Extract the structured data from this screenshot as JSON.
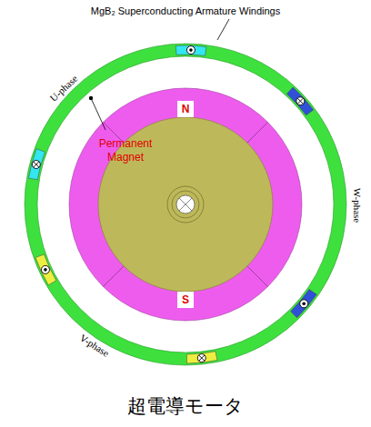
{
  "diagram": {
    "caption": "超電導モータ",
    "nodes": [
      {
        "text": [
          "N"
        ]
      },
      {
        "text": [
          "S"
        ]
      }
    ],
    "labels": [
      "MgB₂ Superconducting Armature Windings",
      "U-phase",
      "W-phase",
      "V-phase",
      "Permanent Magnet"
    ]
  }
}
